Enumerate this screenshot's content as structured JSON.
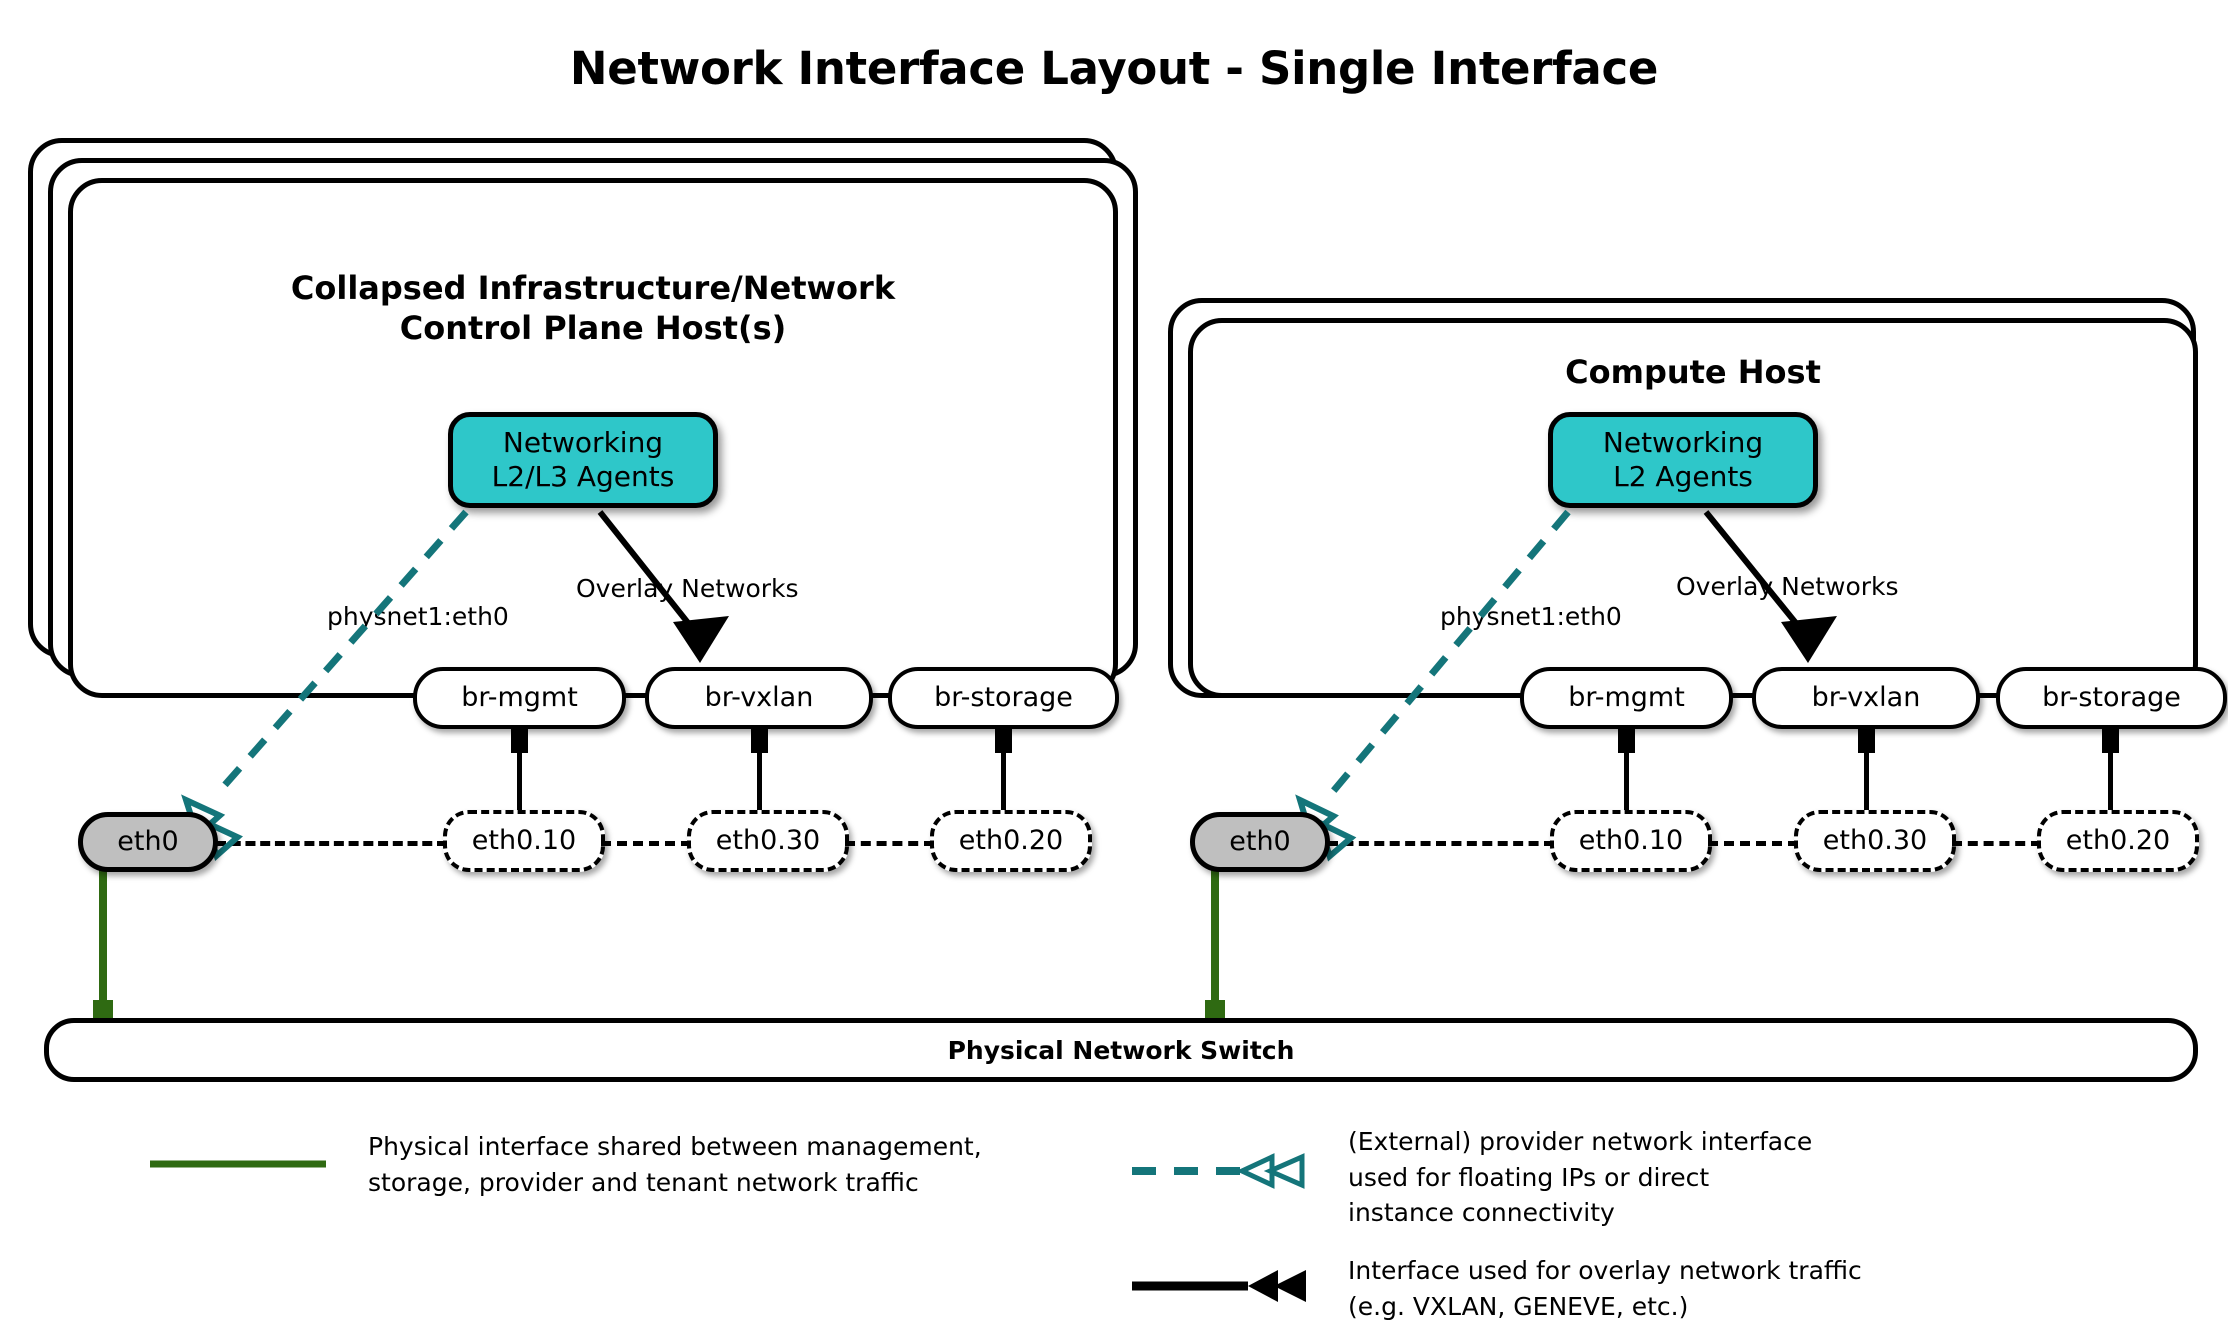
{
  "title": "Network Interface Layout - Single Interface",
  "hosts": [
    {
      "id": "control-plane",
      "title": "Collapsed Infrastructure/Network\nControl Plane Host(s)",
      "stack_layers": 3,
      "agents_label": "Networking\nL2/L3 Agents",
      "provider_label": "physnet1:eth0",
      "overlay_label": "Overlay Networks",
      "physical_interface": "eth0",
      "bridges": [
        "br-mgmt",
        "br-vxlan",
        "br-storage"
      ],
      "vlan_interfaces": [
        "eth0.10",
        "eth0.30",
        "eth0.20"
      ]
    },
    {
      "id": "compute",
      "title": "Compute Host",
      "stack_layers": 2,
      "agents_label": "Networking\nL2 Agents",
      "provider_label": "physnet1:eth0",
      "overlay_label": "Overlay Networks",
      "physical_interface": "eth0",
      "bridges": [
        "br-mgmt",
        "br-vxlan",
        "br-storage"
      ],
      "vlan_interfaces": [
        "eth0.10",
        "eth0.30",
        "eth0.20"
      ]
    }
  ],
  "switch": {
    "label": "Physical Network Switch"
  },
  "legend": [
    {
      "id": "physical",
      "style": "solid-green-line",
      "text": "Physical interface shared between management,\nstorage, provider and tenant network traffic"
    },
    {
      "id": "provider",
      "style": "dashed-teal-arrow",
      "text": "(External) provider network interface\nused for floating IPs or direct\ninstance connectivity"
    },
    {
      "id": "overlay",
      "style": "solid-black-arrow",
      "text": "Interface used for overlay network traffic\n(e.g. VXLAN, GENEVE, etc.)"
    }
  ],
  "colors": {
    "agents_fill": "#2ec7c9",
    "physical_interface_fill": "#bfbfbf",
    "provider_line": "#14757a",
    "physical_line": "#2f6a12",
    "overlay_line": "#000000",
    "background": "#ffffff"
  }
}
